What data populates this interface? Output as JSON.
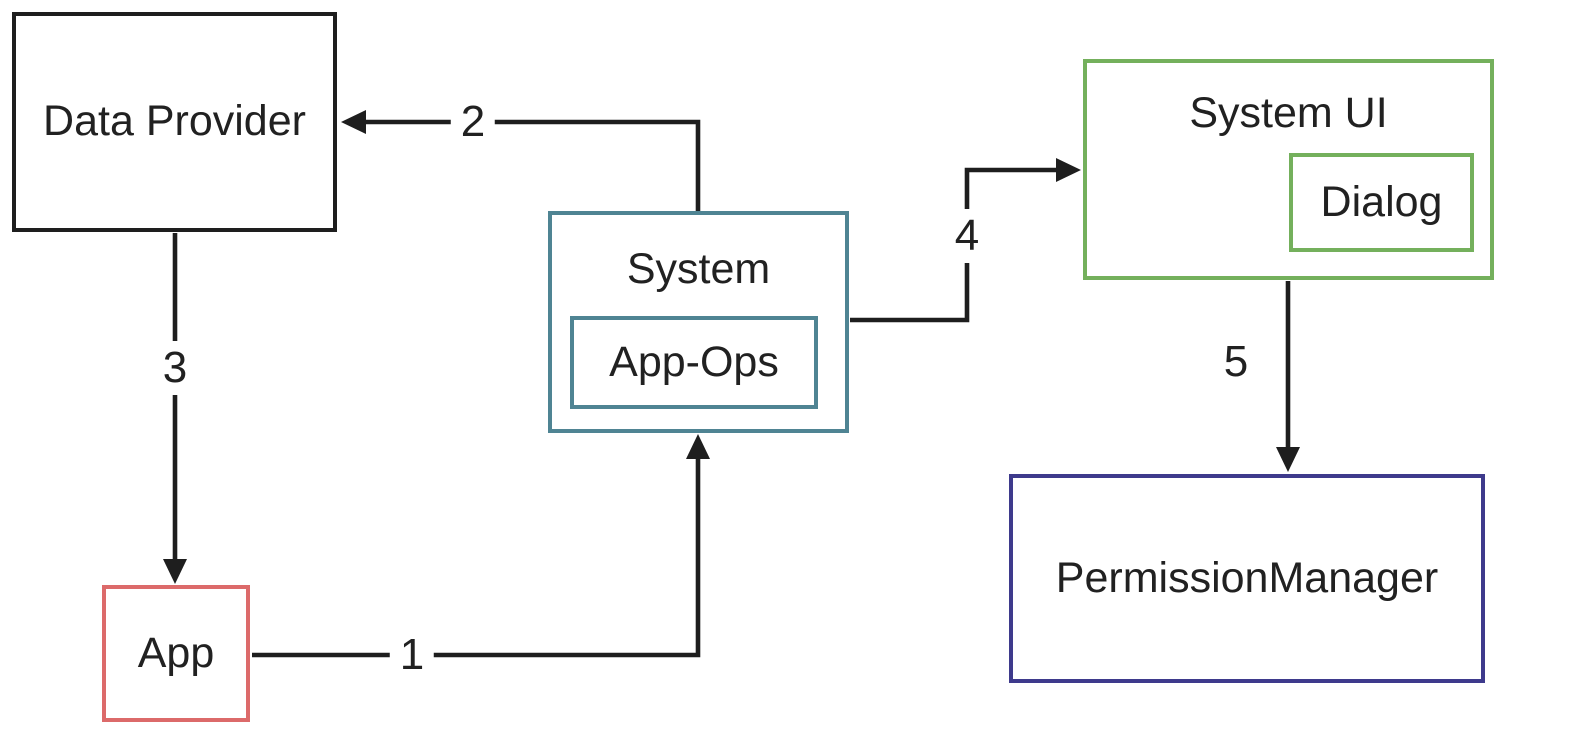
{
  "diagram": {
    "background_color": "#ffffff",
    "line_color": "#1e1e1e",
    "nodes": {
      "data_provider": {
        "label": "Data Provider",
        "border_color": "#1e1e1e"
      },
      "app": {
        "label": "App",
        "border_color": "#dc6a6a"
      },
      "system": {
        "label": "System",
        "border_color": "#4f8493"
      },
      "app_ops": {
        "label": "App-Ops",
        "border_color": "#4f8493",
        "parent": "system"
      },
      "system_ui": {
        "label": "System UI",
        "border_color": "#74b05c"
      },
      "dialog": {
        "label": "Dialog",
        "border_color": "#74b05c",
        "parent": "system_ui"
      },
      "permission_manager": {
        "label": "PermissionManager",
        "border_color": "#3e3a8c"
      }
    },
    "edges": [
      {
        "label": "1",
        "from": "app",
        "to": "system",
        "direction": "right-then-up"
      },
      {
        "label": "2",
        "from": "system",
        "to": "data_provider",
        "direction": "up-then-left"
      },
      {
        "label": "3",
        "from": "data_provider",
        "to": "app",
        "direction": "down"
      },
      {
        "label": "4",
        "from": "system",
        "to": "system_ui",
        "direction": "right-up-right"
      },
      {
        "label": "5",
        "from": "system_ui",
        "to": "permission_manager",
        "direction": "down"
      }
    ]
  }
}
